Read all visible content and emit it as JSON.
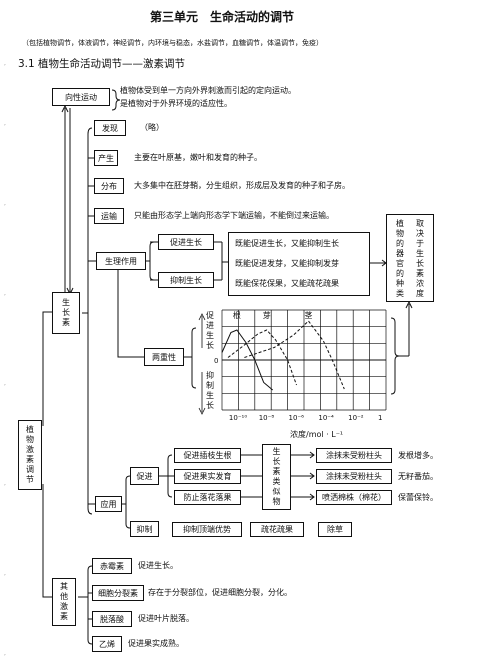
{
  "title": "第三单元　生命活动的调节",
  "subtitle": "（包括植物调节，体液调节，神经调节，内环境与稳态，水盐调节，血糖调节，体温调节，免疫）",
  "section_heading": "3.1 植物生命活动调节——激素调节",
  "tropism": {
    "label": "向性运动",
    "desc1": "植物体受到单一方向外界刺激而引起的定向运动。",
    "desc2": "是植物对于外界环境的适应性。"
  },
  "root_label": "植物激素调节",
  "auxin_label": "生长素",
  "auxin": {
    "discovery_label": "发现",
    "discovery_text": "（略）",
    "produce_label": "产生",
    "produce_text": "主要在叶原基，嫩叶和发育的种子。",
    "distribution_label": "分布",
    "distribution_text": "大多集中在胚芽鞘，分生组织，形成层及发育的种子和子房。",
    "transport_label": "运输",
    "transport_text": "只能由形态学上端向形态学下端运输，不能倒过来运输。",
    "physio_label": "生理作用",
    "promote_label": "促进生长",
    "inhibit_label": "抑制生长",
    "effects": [
      "既能促进生长，又能抑制生长",
      "既能促进发芽，又能抑制发芽",
      "既能保花保果，又能疏花疏果"
    ],
    "side_note": "取决于生长素浓度植物的器官的种类",
    "duality_label": "两重性",
    "application_label": "应用",
    "promote_app_label": "促进",
    "promote_apps": [
      "促进插枝生根",
      "促进果实发育",
      "防止落花落果"
    ],
    "analog_label": "生长素类似物",
    "app_results": [
      {
        "action": "涂抹未受粉柱头",
        "result": "发根增多。"
      },
      {
        "action": "涂抹未受粉柱头",
        "result": "无籽番茄。"
      },
      {
        "action": "喷洒棉株（棉花）",
        "result": "保蕾保铃。"
      }
    ],
    "inhibit_app_label": "抑制",
    "inhibit_apps": [
      "抑制顶端优势",
      "疏花疏果",
      "除草"
    ]
  },
  "chart_data": {
    "type": "line",
    "x_tick_labels": [
      "10⁻¹⁰",
      "10⁻⁸",
      "10⁻⁶",
      "10⁻⁴",
      "10⁻²",
      "1"
    ],
    "x_exponents": [
      -10,
      -8,
      -6,
      -4,
      -2,
      0
    ],
    "xlabel": "浓度/mol · L⁻¹",
    "ylabel_top": "促进生长",
    "ylabel_bottom": "抑制生长",
    "y_zero_label": "0",
    "ylim": [
      -1,
      1
    ],
    "series": [
      {
        "name": "根",
        "style": "solid",
        "x": [
          -11,
          -10.4,
          -10,
          -9.4,
          -8.8,
          -8.2,
          -7.6
        ],
        "y": [
          0.15,
          0.55,
          0.6,
          0.35,
          0.0,
          -0.45,
          -0.6
        ]
      },
      {
        "name": "芽",
        "style": "dashed",
        "x": [
          -10.6,
          -9.5,
          -8.6,
          -8.0,
          -7.4,
          -6.6,
          -6.0
        ],
        "y": [
          0.05,
          0.3,
          0.52,
          0.6,
          0.4,
          0.0,
          -0.5
        ]
      },
      {
        "name": "茎",
        "style": "dashed",
        "x": [
          -9.5,
          -7.5,
          -6.2,
          -5.2,
          -4.2,
          -3.6,
          -2.8
        ],
        "y": [
          0.05,
          0.25,
          0.5,
          0.78,
          0.38,
          0.0,
          -0.58
        ]
      }
    ]
  },
  "other_label": "其他激素",
  "others": [
    {
      "name": "赤霉素",
      "effect": "促进生长。"
    },
    {
      "name": "细胞分裂素",
      "effect": "存在于分裂部位，促进细胞分裂，分化。"
    },
    {
      "name": "脱落酸",
      "effect": "促进叶片脱落。"
    },
    {
      "name": "乙烯",
      "effect": "促进果实成熟。"
    }
  ]
}
